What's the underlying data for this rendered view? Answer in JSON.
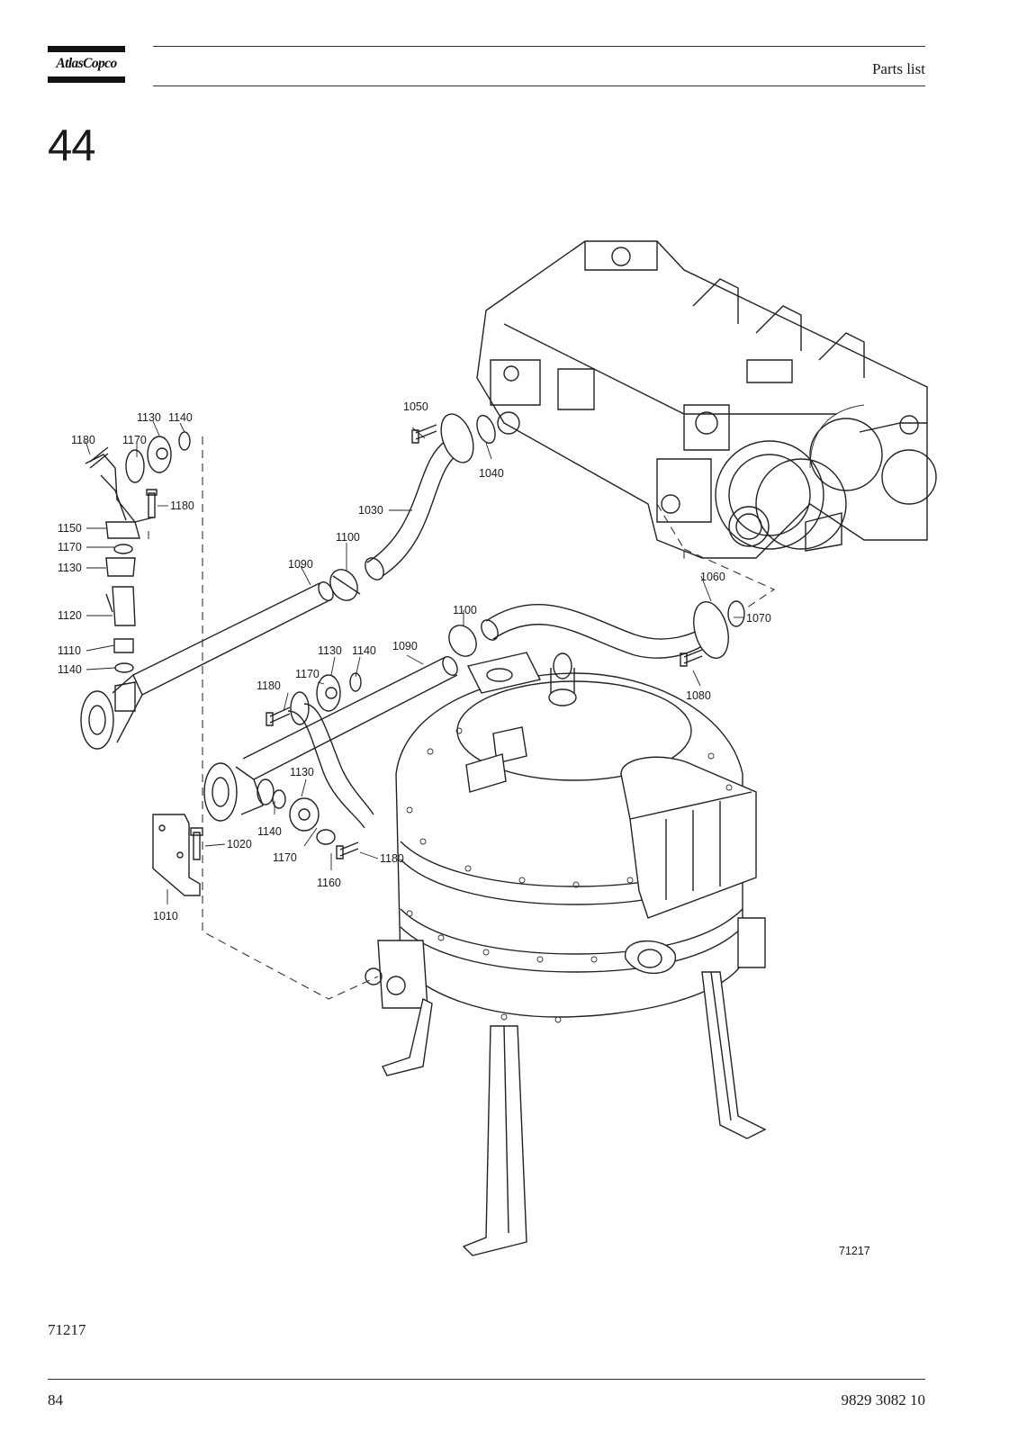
{
  "header": {
    "logo_text": "AtlasCopco",
    "title": "Parts list"
  },
  "section_number": "44",
  "figure": {
    "drawing_number": "71217",
    "callouts": {
      "c1010": "1010",
      "c1020": "1020",
      "c1030": "1030",
      "c1040": "1040",
      "c1050": "1050",
      "c1060": "1060",
      "c1070": "1070",
      "c1080": "1080",
      "c1090a": "1090",
      "c1090b": "1090",
      "c1100a": "1100",
      "c1100b": "1100",
      "c1110": "1110",
      "c1120": "1120",
      "c1130a": "1130",
      "c1130b": "1130",
      "c1130c": "1130",
      "c1130d": "1130",
      "c1140a": "1140",
      "c1140b": "1140",
      "c1140c": "1140",
      "c1140d": "1140",
      "c1150": "1150",
      "c1160": "1160",
      "c1170a": "1170",
      "c1170b": "1170",
      "c1170c": "1170",
      "c1170d": "1170",
      "c1180a": "1180",
      "c1180b": "1180",
      "c1180c": "1180",
      "c1180d": "1180"
    }
  },
  "footer": {
    "figure_ref": "71217",
    "page_number": "84",
    "document_number": "9829 3082 10"
  }
}
